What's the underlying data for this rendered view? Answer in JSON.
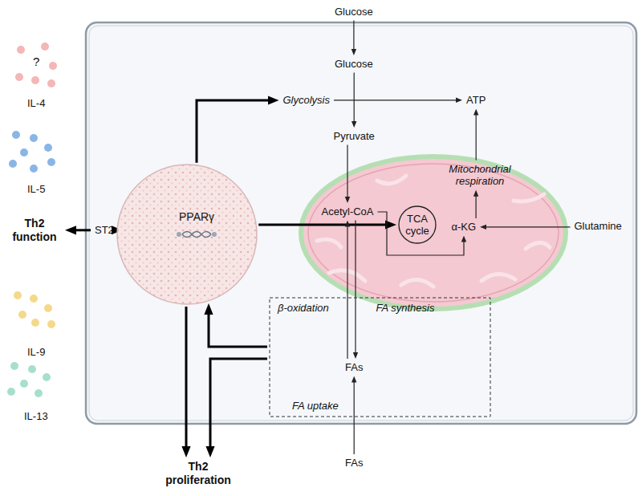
{
  "diagram": {
    "nodes": [
      {
        "text": [
          "Glucose"
        ]
      },
      {
        "text": [
          "Glucose"
        ]
      },
      {
        "text": [
          "Glycolysis"
        ]
      },
      {
        "text": [
          "ATP"
        ]
      },
      {
        "text": [
          "Pyruvate"
        ]
      },
      {
        "text": [
          "Mitochondrial respiration"
        ]
      },
      {
        "text": [
          "PPARγ"
        ]
      },
      {
        "text": [
          "ST2"
        ]
      },
      {
        "text": [
          "Th2 function"
        ]
      },
      {
        "text": [
          "Acetyl-CoA"
        ]
      },
      {
        "text": [
          "TCA cycle"
        ]
      },
      {
        "text": [
          "α-KG"
        ]
      },
      {
        "text": [
          "Glutamine"
        ]
      },
      {
        "text": [
          "β-oxidation",
          "FA synthesis",
          "FA uptake"
        ]
      },
      {
        "text": [
          "FAs"
        ],
        "in": 13
      },
      {
        "text": [
          "FAs"
        ]
      },
      {
        "text": [
          "Th2 proliferation"
        ]
      }
    ],
    "edges": [
      {
        "from": 0,
        "to": 1,
        "arrow": "to"
      },
      {
        "from": 1,
        "to": 4,
        "arrow": "to"
      },
      {
        "from": 2,
        "to": 3,
        "arrow": "to"
      },
      {
        "from": 4,
        "to": 9,
        "arrow": "to"
      },
      {
        "from": 5,
        "to": 3,
        "arrow": "to"
      },
      {
        "from": 6,
        "to": 2,
        "arrow": "to"
      },
      {
        "from": 6,
        "to": 7,
        "arrow": "to"
      },
      {
        "from": 7,
        "to": 8,
        "arrow": "to"
      },
      {
        "from": 6,
        "to": 10,
        "arrow": "to"
      },
      {
        "from": 6,
        "to": 16,
        "arrow": "to"
      },
      {
        "from": 13,
        "to": 6,
        "arrow": "to"
      },
      {
        "from": 13,
        "to": 16,
        "arrow": "to"
      },
      {
        "from": 12,
        "to": 11,
        "arrow": "to"
      },
      {
        "from": 15,
        "to": 14,
        "arrow": "to"
      },
      {
        "from": 14,
        "to": 9,
        "arrow": "to"
      },
      {
        "from": 9,
        "to": 14,
        "arrow": "to"
      },
      {
        "from": 9,
        "to": 11,
        "arrow": "to"
      },
      {
        "from": 11,
        "to": 5,
        "arrow": "to"
      }
    ],
    "labels": [
      "?",
      "IL-4",
      "IL-5",
      "IL-9",
      "IL-13"
    ]
  }
}
